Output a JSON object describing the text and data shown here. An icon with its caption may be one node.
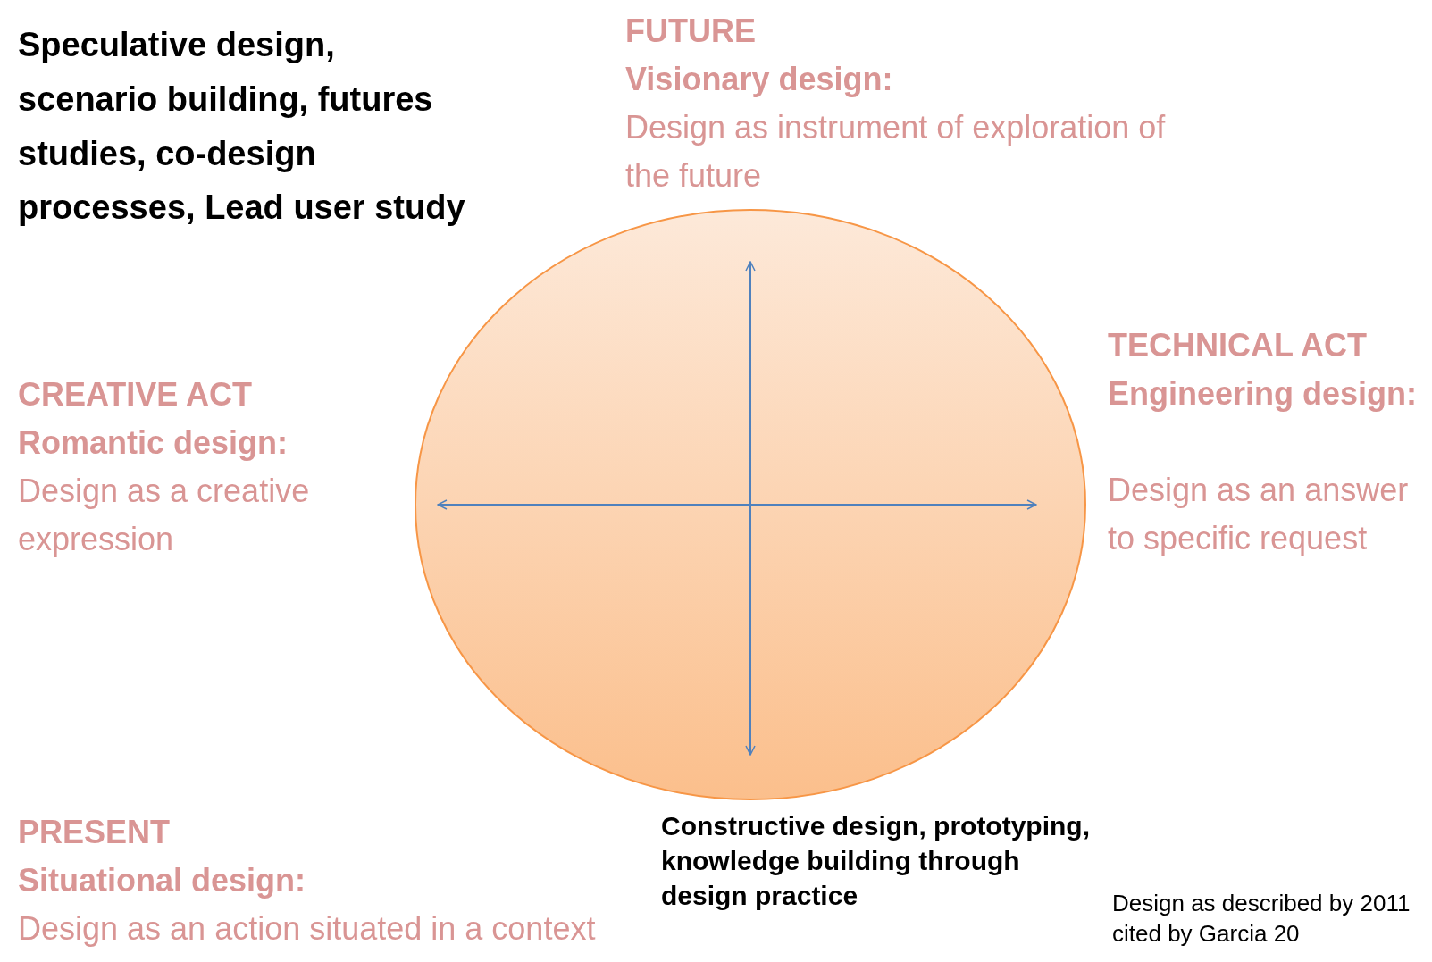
{
  "diagram": {
    "nodes": [
      {
        "text": [],
        "shape": "circle"
      }
    ],
    "edges": [],
    "labels": [
      "FUTURE",
      "Visionary design:",
      "Design as instrument of exploration of the future",
      "Speculative design, scenario building, futures studies, co-design processes, Lead user study",
      "TECHNICAL ACT",
      "Engineering design:",
      "Design as an answer to specific request",
      "CREATIVE ACT",
      "Romantic design:",
      "Design as a creative expression",
      "Constructive design, prototyping, knowledge building through design practice",
      "PRESENT",
      "Situational design:",
      "Design as an action situated in a context",
      "Design as described by 2011 cited by Garcia 20"
    ]
  }
}
